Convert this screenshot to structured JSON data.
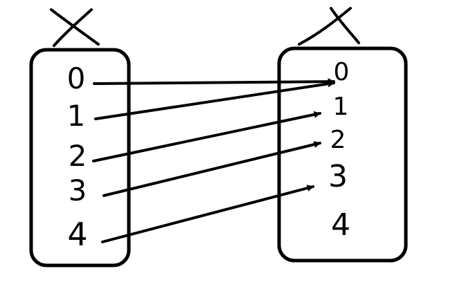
{
  "diagram": {
    "domain": {
      "label": "X",
      "items": [
        "0",
        "1",
        "2",
        "3",
        "4"
      ]
    },
    "codomain": {
      "label": "X",
      "items": [
        "0",
        "1",
        "2",
        "3",
        "4"
      ]
    },
    "mapping": [
      {
        "from": "0",
        "to": "0"
      },
      {
        "from": "1",
        "to": "0"
      },
      {
        "from": "2",
        "to": "1"
      },
      {
        "from": "3",
        "to": "2"
      },
      {
        "from": "4",
        "to": "3"
      }
    ],
    "colors": {
      "ink": "#000000",
      "background": "#ffffff"
    }
  }
}
